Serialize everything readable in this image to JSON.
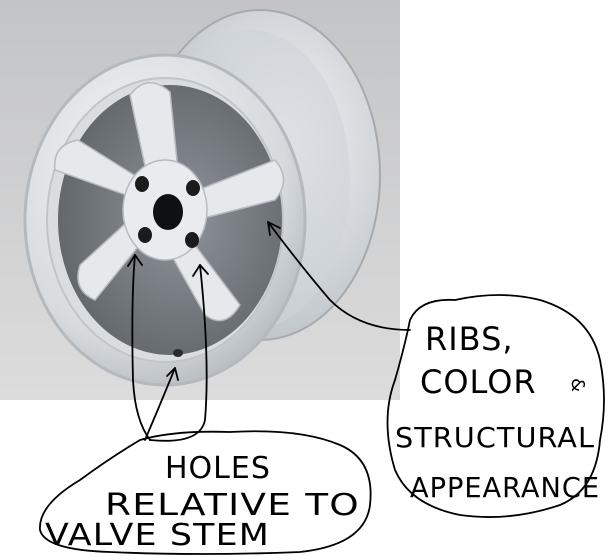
{
  "photo": {
    "subject": "five-spoke alloy wheel",
    "background_color": "#c9c9c9",
    "rim_color": "#dfe3e7",
    "shadow_color": "#8e9499"
  },
  "annotations": {
    "ink_color": "#000000",
    "right_note": {
      "line1": "RIBS,",
      "line2": "COLOR",
      "line2_aside": "&",
      "line3": "STRUCTURAL",
      "line4": "APPEARANCE"
    },
    "bottom_note": {
      "line1": "HOLES",
      "line2": "RELATIVE TO",
      "line3": "VALVE STEM"
    }
  }
}
